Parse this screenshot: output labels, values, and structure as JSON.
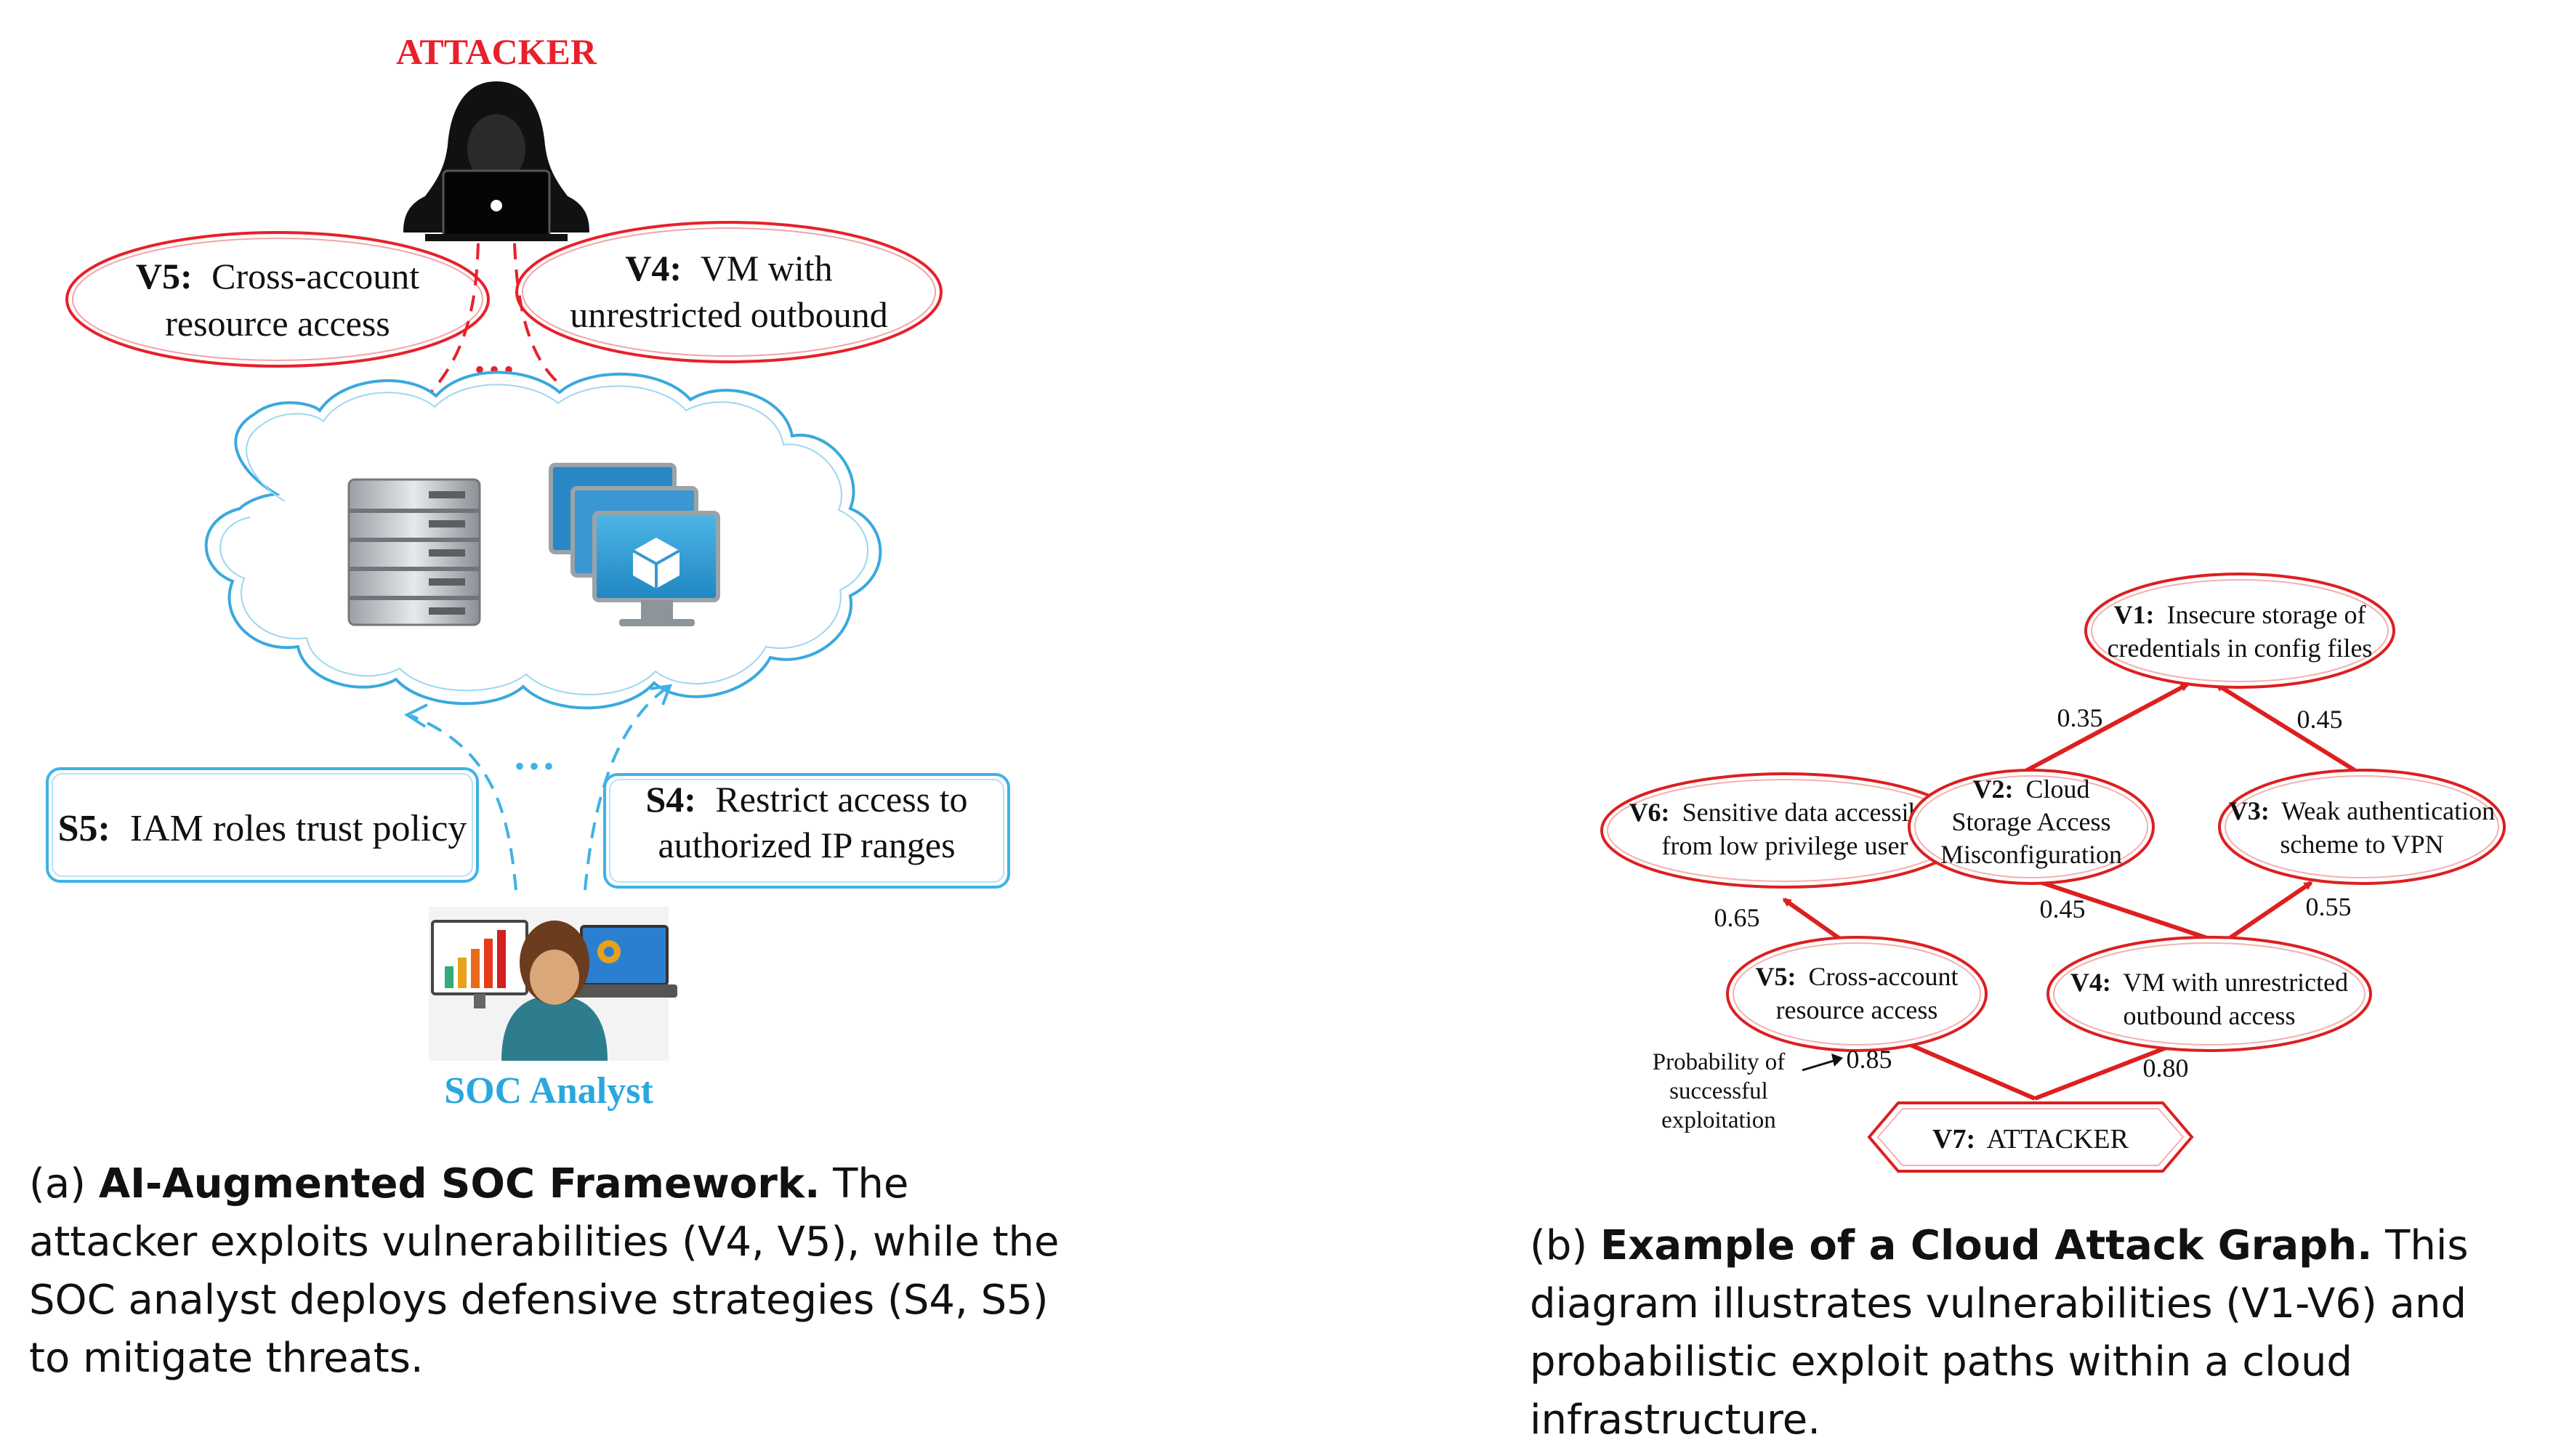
{
  "panel_a": {
    "attacker_label": "ATTACKER",
    "vuln_v5": {
      "id": "V5:",
      "line1": "Cross-account",
      "line2": "resource access"
    },
    "vuln_v4": {
      "id": "V4:",
      "line1": "VM with",
      "line2": "unrestricted outbound"
    },
    "ellipsis_top": "•••",
    "ellipsis_bottom": "•••",
    "strategy_s5": {
      "id": "S5:",
      "text": "IAM roles trust policy"
    },
    "strategy_s4": {
      "id": "S4:",
      "line1": "Restrict access to",
      "line2": "authorized IP ranges"
    },
    "analyst_label": "SOC Analyst",
    "caption": {
      "prefix": "(a) ",
      "bold": "AI-Augmented SOC Framework.",
      "rest": " The attacker exploits vulnerabilities (V4, V5), while the SOC analyst deploys defensive strategies (S4, S5) to mitigate threats."
    }
  },
  "panel_b": {
    "nodes": {
      "v1": {
        "id": "V1:",
        "line1": "Insecure storage of",
        "line2": "credentials in config files"
      },
      "v2": {
        "id": "V2:",
        "line1": "Cloud",
        "line2": "Storage Access",
        "line3": "Misconfiguration"
      },
      "v3": {
        "id": "V3:",
        "line1": "Weak authentication",
        "line2": "scheme to VPN"
      },
      "v4": {
        "id": "V4:",
        "line1": "VM with unrestricted",
        "line2": "outbound access"
      },
      "v5": {
        "id": "V5:",
        "line1": "Cross-account",
        "line2": "resource access"
      },
      "v6": {
        "id": "V6:",
        "line1": "Sensitive data accessible",
        "line2": "from low privilege user"
      },
      "v7": {
        "id": "V7:",
        "text": "ATTACKER"
      }
    },
    "edge_probs": {
      "v7_v5": "0.85",
      "v7_v4": "0.80",
      "v5_v6": "0.65",
      "v4_v2": "0.45",
      "v4_v3": "0.55",
      "v2_v1": "0.35",
      "v3_v1": "0.45"
    },
    "annotation": {
      "line1": "Probability of",
      "line2": "successful",
      "line3": "exploitation"
    },
    "caption": {
      "prefix": "(b) ",
      "bold": "Example of a Cloud Attack Graph.",
      "rest": " This diagram illustrates vulnerabilities (V1-V6) and probabilistic exploit paths within a cloud infrastructure."
    }
  },
  "colors": {
    "attack_red": "#e8202a",
    "defense_blue": "#3fb2e6",
    "analyst_blue": "#2aa7de",
    "graph_red": "#dd1f1f"
  }
}
